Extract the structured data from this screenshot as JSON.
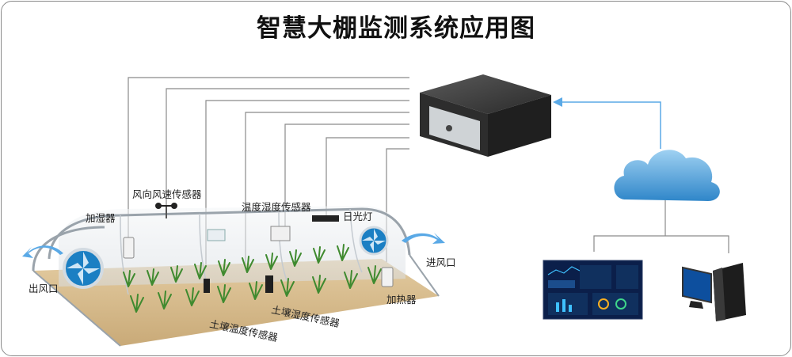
{
  "title": "智慧大棚监测系统应用图",
  "labels": {
    "wind_sensor": "风向风速传感器",
    "humidifier": "加湿器",
    "temp_humidity_sensor": "温度湿度传感器",
    "sun_lamp": "日光灯",
    "inlet": "进风口",
    "outlet": "出风口",
    "heater": "加热器",
    "soil_humidity_sensor": "土壤湿度传感器",
    "soil_temp_sensor": "土壤温度传感器"
  },
  "colors": {
    "cloud": "#4aa3df",
    "arrow": "#5aa9e6",
    "lines": "#8a8a8a",
    "dashboard_bg": "#0b1f4a",
    "server_body": "#3a3a3a",
    "soil": "#d8bf93"
  }
}
